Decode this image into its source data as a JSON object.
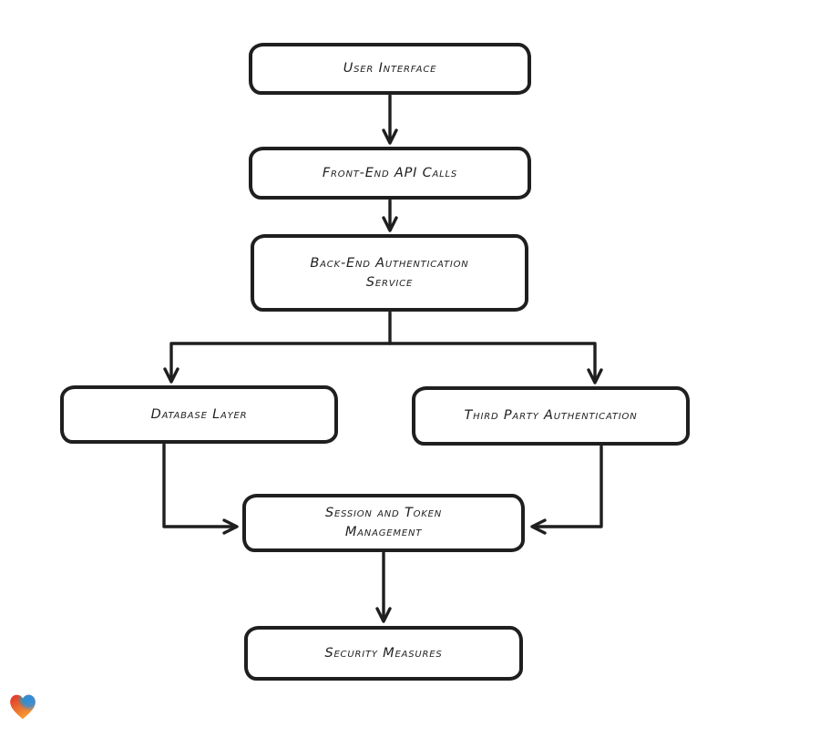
{
  "canvas": {
    "background": "#ffffff"
  },
  "colors": {
    "stroke": "#1f1f1f",
    "node_fill": "#ffffff",
    "logo_red": "#e52e2a",
    "logo_orange": "#f7a234",
    "logo_blue": "#2b8fe0",
    "logo_green": "#2fa34f"
  },
  "nodes": [
    {
      "id": "user-interface",
      "label": "User Interface"
    },
    {
      "id": "front-end-api-calls",
      "label": "Front-End API Calls"
    },
    {
      "id": "back-end-authentication-service",
      "label": "Back-End Authentication\nService"
    },
    {
      "id": "database-layer",
      "label": "Database Layer"
    },
    {
      "id": "third-party-authentication",
      "label": "Third Party Authentication"
    },
    {
      "id": "session-and-token-management",
      "label": "Session and Token\nManagement"
    },
    {
      "id": "security-measures",
      "label": "Security Measures"
    }
  ],
  "edges": [
    {
      "from": "User Interface",
      "to": "Front-End API Calls"
    },
    {
      "from": "Front-End API Calls",
      "to": "Back-End Authentication Service"
    },
    {
      "from": "Back-End Authentication Service",
      "to": "Database Layer"
    },
    {
      "from": "Back-End Authentication Service",
      "to": "Third Party Authentication"
    },
    {
      "from": "Database Layer",
      "to": "Session and Token Management"
    },
    {
      "from": "Third Party Authentication",
      "to": "Session and Token Management"
    },
    {
      "from": "Session and Token Management",
      "to": "Security Measures"
    }
  ],
  "logo": {
    "icon": "heart-gradient-icon"
  }
}
